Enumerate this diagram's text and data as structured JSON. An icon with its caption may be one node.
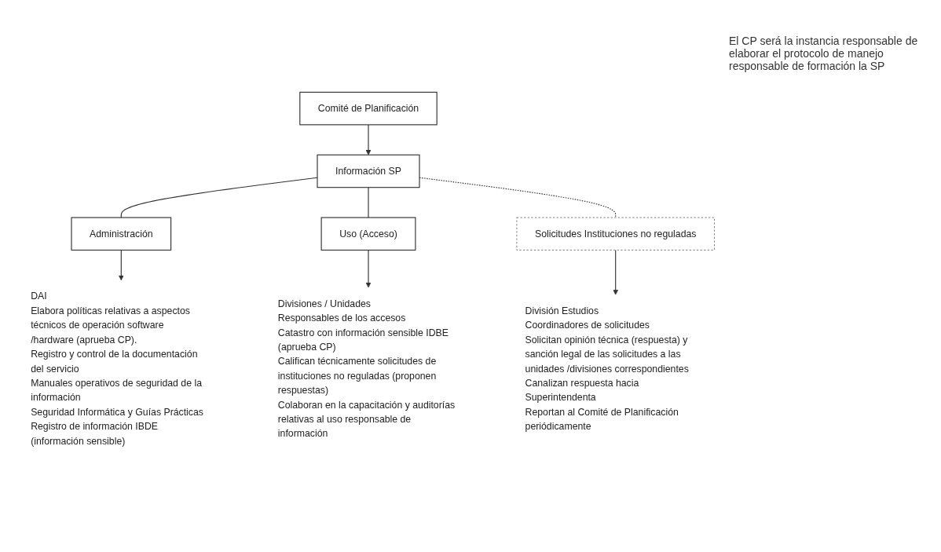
{
  "diagram": {
    "nodes": [
      {
        "text": [
          "Comité de Planificación"
        ]
      },
      {
        "text": [
          "Información SP"
        ]
      },
      {
        "text": [
          "Solicitudes Instituciones no reguladas"
        ]
      },
      {
        "text": [
          "Administración"
        ]
      },
      {
        "text": [
          "Uso (Acceso)"
        ]
      },
      {
        "text": [
          "DAI",
          "Elabora políticas relativas a aspectos técnicos de operación software /hardware (aprueba CP).",
          "Registro y control de la documentación del servicio",
          "Manuales operativos de seguridad de la información",
          "Seguridad Informática y Guías Prácticas",
          "Registro de información IBDE (información sensible)"
        ]
      },
      {
        "text": [
          "Divisiones / Unidades",
          "Responsables de los accesos",
          "Catastro con información sensible IDBE (aprueba CP)",
          "Califican técnicamente solicitudes de instituciones no reguladas (proponen respuestas)",
          "Colaboran en la capacitación y auditorías relativas al uso responsable de información"
        ]
      },
      {
        "text": [
          "División Estudios",
          "Coordinadores de solicitudes",
          "Solicitan opinión técnica (respuesta) y sanción legal de las solicitudes a las unidades /divisiones correspondientes",
          "Canalizan respuesta hacia Superintendenta",
          "Reportan al Comité de Planificación periódicamente"
        ]
      }
    ],
    "edges": [
      {
        "from": 0,
        "to": 1,
        "arrow": "to"
      },
      {
        "from": 1,
        "to": 3,
        "arrow": "none"
      },
      {
        "from": 1,
        "to": 4,
        "arrow": "none"
      },
      {
        "from": 1,
        "to": 2,
        "arrow": "none",
        "style": "dashed"
      },
      {
        "from": 2,
        "to": 7,
        "arrow": "to"
      },
      {
        "from": 3,
        "to": 5,
        "arrow": "to"
      },
      {
        "from": 4,
        "to": 6,
        "arrow": "to"
      }
    ],
    "labels": [
      "El CP será la instancia responsable de elaborar el protocolo de manejo responsable de formación la SP"
    ]
  }
}
